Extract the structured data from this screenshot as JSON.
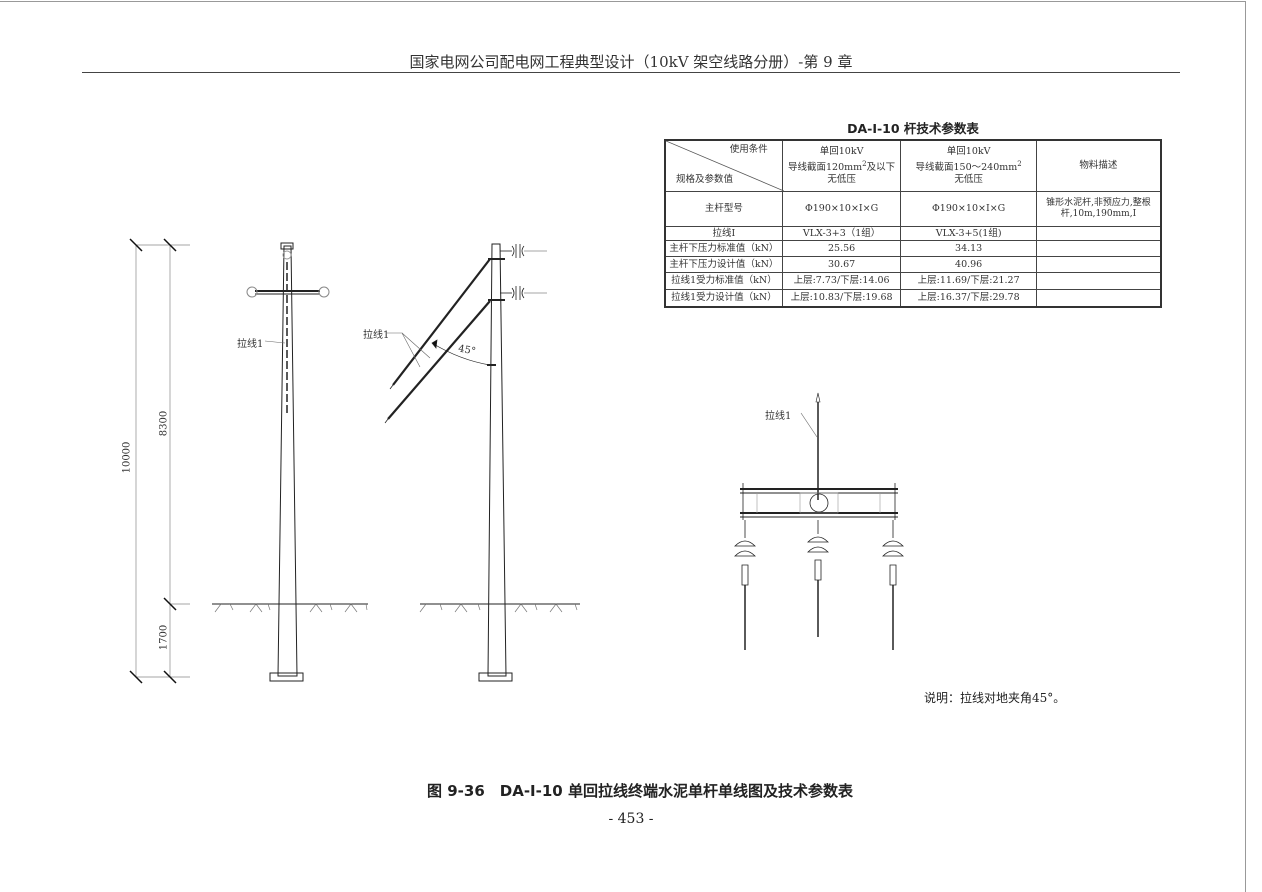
{
  "header": {
    "title": "国家电网公司配电网工程典型设计（10kV 架空线路分册）-第 9 章"
  },
  "table": {
    "title": "DA-I-10 杆技术参数表",
    "corner_top": "使用条件",
    "corner_bottom": "规格及参数值",
    "col1": {
      "line1": "单回10kV",
      "line2": "导线截面120mm",
      "sup": "2",
      "line2b": "及以下",
      "line3": "无低压"
    },
    "col2": {
      "line1": "单回10kV",
      "line2": "导线截面150～240mm",
      "sup": "2",
      "line3": "无低压"
    },
    "col3": "物料描述",
    "rows": [
      {
        "label": "主杆型号",
        "v1": "Φ190×10×I×G",
        "v2": "Φ190×10×I×G",
        "v3": "锥形水泥杆,非预应力,整根杆,10m,190mm,I"
      },
      {
        "label": "拉线I",
        "v1": "VLX-3+3（1组）",
        "v2": "VLX-3+5(1组)",
        "v3": ""
      },
      {
        "label": "主杆下压力标准值（kN）",
        "v1": "25.56",
        "v2": "34.13",
        "v3": ""
      },
      {
        "label": "主杆下压力设计值（kN）",
        "v1": "30.67",
        "v2": "40.96",
        "v3": ""
      },
      {
        "label": "拉线1受力标准值（kN）",
        "v1": "上层:7.73/下层:14.06",
        "v2": "上层:11.69/下层:21.27",
        "v3": ""
      },
      {
        "label": "拉线1受力设计值（kN）",
        "v1": "上层:10.83/下层:19.68",
        "v2": "上层:16.37/下层:29.78",
        "v3": ""
      }
    ]
  },
  "drawing": {
    "dim_total": "10000",
    "dim_above": "8300",
    "dim_below": "1700",
    "guy_label_front": "拉线1",
    "guy_label_side": "拉线1",
    "angle_label": "45°",
    "guy_label_top": "拉线1"
  },
  "note": "说明：拉线对地夹角45°。",
  "caption": "图 9-36　DA-I-10 单回拉线终端水泥单杆单线图及技术参数表",
  "page_number": "- 453 -"
}
